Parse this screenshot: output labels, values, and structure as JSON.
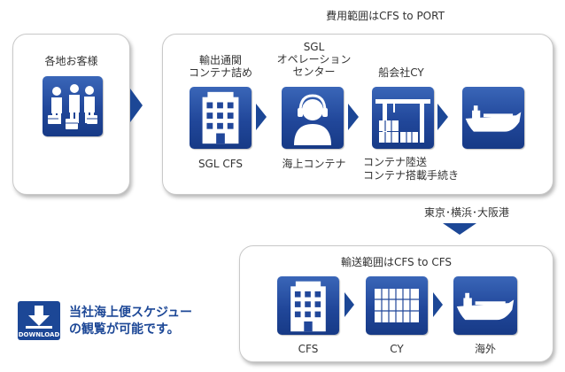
{
  "panels": {
    "customer": {
      "title": "各地お客様"
    },
    "port": {
      "title": "費用範囲はCFS to PORT",
      "steps": [
        {
          "label_top": "輸出通関\nコンテナ詰め",
          "icon": "building-icon",
          "label_bottom": "SGL CFS"
        },
        {
          "label_top": "SGL\nオペレーション\nセンター",
          "icon": "operator-headset-icon",
          "label_bottom": "海上コンテナ"
        },
        {
          "label_top": "船会社CY",
          "icon": "container-yard-crane-icon",
          "label_bottom": "コンテナ陸送\nコンテナ搭載手続き"
        },
        {
          "label_top": "",
          "icon": "cargo-ship-icon",
          "label_bottom": ""
        }
      ]
    },
    "ports_label": "東京･横浜･大阪港",
    "cfs": {
      "title": "輸送範囲はCFS to CFS",
      "steps": [
        {
          "icon": "building-icon",
          "label_bottom": "CFS"
        },
        {
          "icon": "container-stack-icon",
          "label_bottom": "CY"
        },
        {
          "icon": "cargo-ship-icon",
          "label_bottom": "海外"
        }
      ]
    }
  },
  "download": {
    "icon_text": "DOWNLOAD",
    "line1": "当社海上便スケジュー",
    "line2": "の観覧が可能です。"
  },
  "colors": {
    "tile_blue": "#21479a",
    "arrow_blue": "#1c4796",
    "panel_border": "#c9c9c9",
    "text": "#333333"
  }
}
